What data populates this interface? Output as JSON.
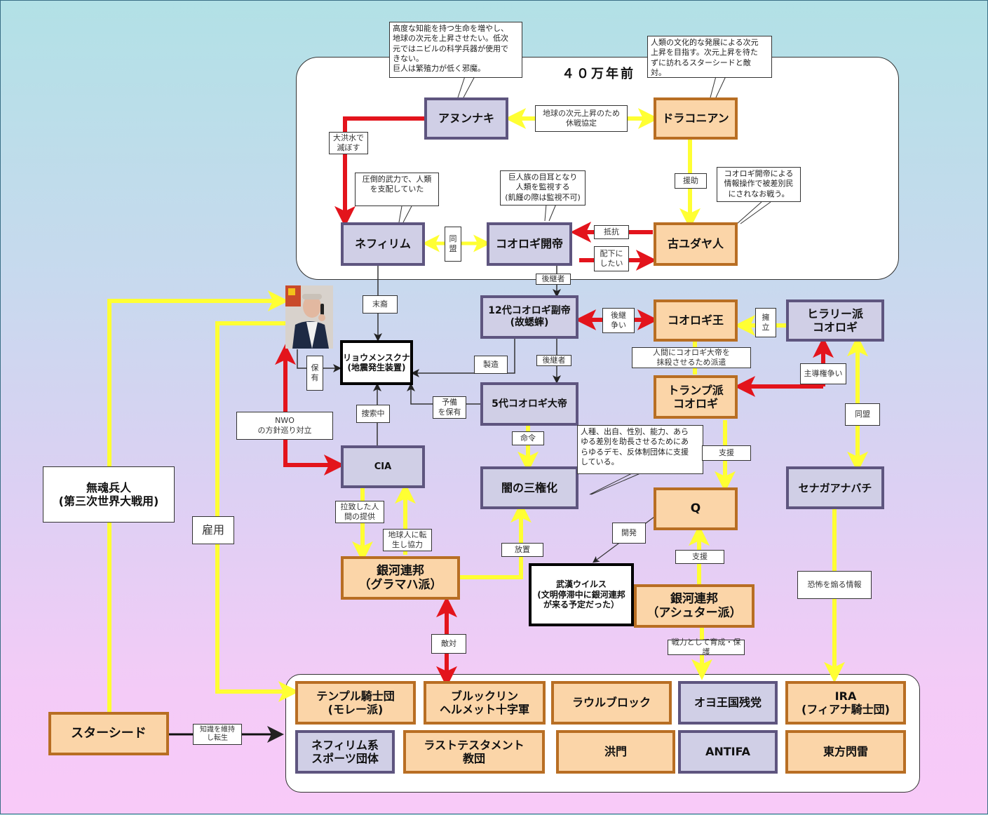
{
  "title": "４０万年前",
  "colors": {
    "ally_arrow": "#ffff33",
    "conflict_arrow": "#e3141c",
    "relation_line": "#333333",
    "purple_node_fill": "#d0cfe6",
    "purple_node_border": "#5e557f",
    "orange_node_fill": "#fbd5a8",
    "orange_node_border": "#b86e23"
  },
  "nodes": {
    "anunnaki": "アヌンナキ",
    "draconian": "ドラコニアン",
    "nephilim": "ネフィリム",
    "koorogi_kaitei": "コオロギ開帝",
    "old_jews": "古ユダヤ人",
    "koorogi_12": "12代コオロギ副帝\n(故蟋蟀)",
    "koorogi_king": "コオロギ王",
    "hillary": "ヒラリー派\nコオロギ",
    "ryoumen": "リョウメンスクナ\n(地震発生装置)",
    "koorogi_5": "5代コオロギ大帝",
    "trump": "トランプ派\nコオロギ",
    "cia": "CIA",
    "yami": "闇の三権化",
    "q": "Q",
    "senaga": "セナガアナバチ",
    "mukon": "無魂兵人\n(第三次世界大戦用)",
    "ginga_gurama": "銀河連邦\n（グラマハ派）",
    "wuhan": "武漢ウイルス\n(文明停滞中に銀河連邦\nが来る予定だった）",
    "ginga_ashtar": "銀河連邦\n（アシュター派）",
    "starseed": "スターシード"
  },
  "photo": {
    "icon": "person-on-phone-photo"
  },
  "groups": [
    {
      "label": "テンプル騎士団\n(モレー派)",
      "type": "orange"
    },
    {
      "label": "ブルックリン\nヘルメット十字軍",
      "type": "orange"
    },
    {
      "label": "ラウルブロック",
      "type": "orange"
    },
    {
      "label": "オヨ王国残党",
      "type": "purple"
    },
    {
      "label": "IRA\n(フィアナ騎士団)",
      "type": "orange"
    },
    {
      "label": "ネフィリム系\nスポーツ団体",
      "type": "purple"
    },
    {
      "label": "ラストテスタメント\n教団",
      "type": "orange"
    },
    {
      "label": "洪門",
      "type": "orange"
    },
    {
      "label": "ANTIFA",
      "type": "purple"
    },
    {
      "label": "東方閃雷",
      "type": "orange"
    }
  ],
  "callouts": {
    "anunnaki_note": "高度な知能を持つ生命を増やし、\n地球の次元を上昇させたい。低次\n元ではニビルの科学兵器が使用で\nきない。\n巨人は繁殖力が低く邪魔。",
    "draconian_note": "人類の文化的な発展による次元\n上昇を目指す。次元上昇を待た\nずに訪れるスターシードと敵\n対。",
    "nephilim_note": "圧倒的武力で、人類\nを支配していた",
    "kaitei_note": "巨人族の目耳となり\n人類を監視する\n(飢饉の際は監視不可)",
    "jews_note": "コオロギ開帝による\n情報操作で被差別民\nにされなお戦う。",
    "yami_note": "人種、出自、性別、能力、あら\nゆる差別を助長させるためにあ\nらゆるデモ、反体制団体に支援\nしている。"
  },
  "edge_labels": {
    "truce": "地球の次元上昇のため\n休戦協定",
    "flood": "大洪水で\n滅ぼす",
    "aid": "援助",
    "alliance_neph": "同\n盟",
    "resist": "抵抗",
    "subordinate": "配下に\nしたい",
    "successor1": "後継者",
    "descendant": "末裔",
    "succession_fight": "後継\n争い",
    "backing": "擁\n立",
    "possess": "保\n有",
    "manufacture": "製造",
    "successor2": "後継者",
    "dispatch": "人間にコオロギ大帝を\n抹殺させるため派遣",
    "leadership_fight": "主導権争い",
    "spare": "予備\nを保有",
    "searching": "捜索中",
    "nwo": "NWO\nの方針巡り対立",
    "command": "命令",
    "support1": "支援",
    "alliance_senaga": "同盟",
    "abducted": "拉致した人\n間の提供",
    "reincarnate_help": "地球人に転\n生し協力",
    "neglect": "放置",
    "develop": "開発",
    "support2": "支援",
    "fear_info": "恐怖を煽る情報",
    "employ": "雇用",
    "hostile": "敵対",
    "train_protect": "戦力として育成・保護",
    "keep_knowledge": "知識を維持\nし転生"
  }
}
